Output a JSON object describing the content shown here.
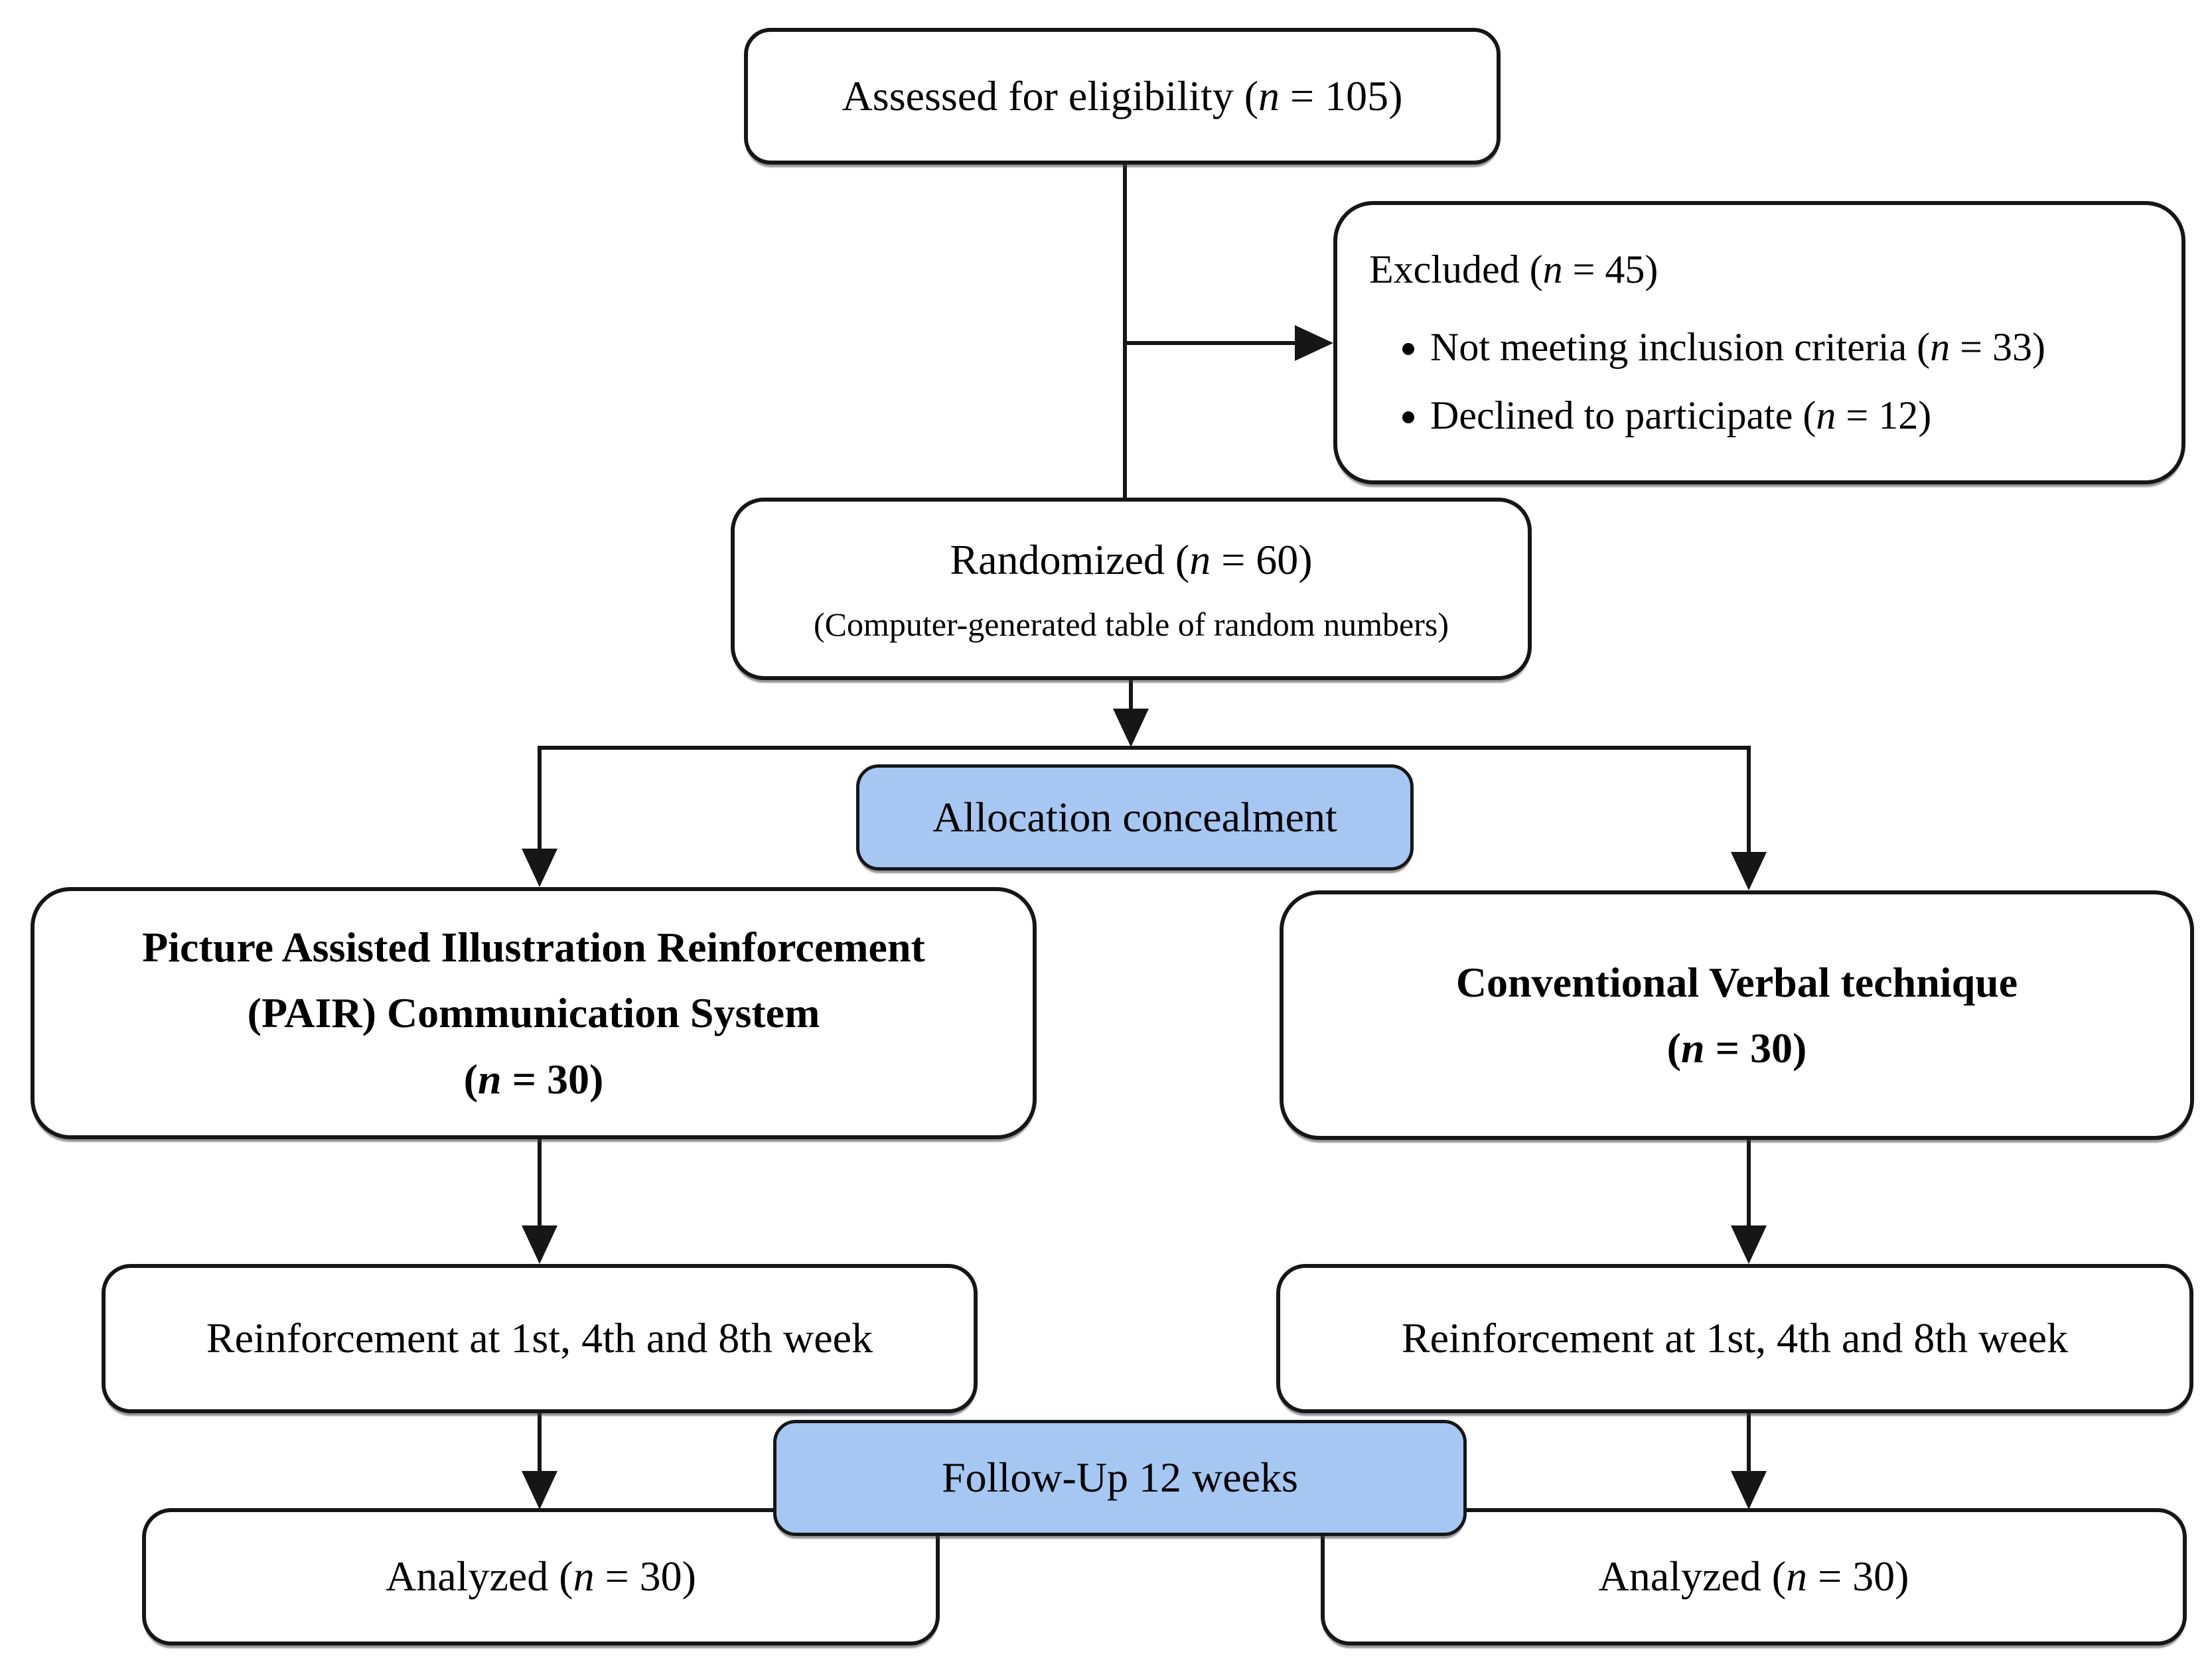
{
  "flowchart": {
    "assessed": {
      "text": "Assessed for eligibility (n = 105)"
    },
    "excluded": {
      "title": "Excluded (n = 45)",
      "bullets": [
        "Not meeting inclusion criteria (n = 33)",
        "Declined to participate (n = 12)"
      ]
    },
    "randomized": {
      "line1": "Randomized (n = 60)",
      "line2": "(Computer-generated table of random numbers)"
    },
    "allocation_label": "Allocation concealment",
    "pair_group": {
      "title_line1": "Picture Assisted Illustration Reinforcement",
      "title_line2": "(PAIR) Communication System",
      "n_label": "(n = 30)"
    },
    "conventional_group": {
      "title": "Conventional Verbal technique",
      "n_label": "(n = 30)"
    },
    "reinforcement_left": "Reinforcement at 1st, 4th and 8th week",
    "reinforcement_right": "Reinforcement at 1st, 4th and 8th week",
    "followup_label": "Follow-Up 12 weeks",
    "analyzed_left": "Analyzed (n = 30)",
    "analyzed_right": "Analyzed (n = 30)",
    "colors": {
      "highlight_fill": "#a5c7f2",
      "box_fill": "#ffffff",
      "line": "#161616"
    }
  }
}
